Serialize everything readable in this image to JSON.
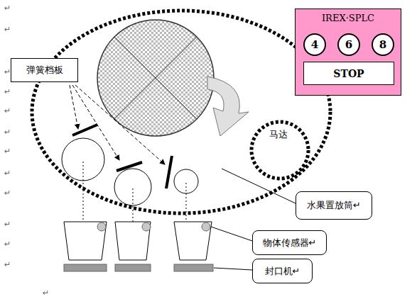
{
  "diagram": {
    "nodes": [
      {
        "text": [
          "IREX·SPLC"
        ]
      },
      {
        "text": [
          "4"
        ],
        "in": 0
      },
      {
        "text": [
          "6"
        ],
        "in": 0
      },
      {
        "text": [
          "8"
        ],
        "in": 0
      },
      {
        "text": [
          "STOP"
        ],
        "in": 0
      },
      {
        "text": [
          "弹簧档板"
        ]
      },
      {
        "text": [
          "马达"
        ]
      },
      {
        "text": [
          "水果置放筒↵"
        ]
      },
      {
        "text": [
          "物体传感器↵"
        ]
      },
      {
        "text": [
          "封口机↵"
        ]
      }
    ],
    "labels": [
      "↵",
      "↵",
      "↵",
      "↵",
      "↵",
      "↵",
      "↵",
      "↵",
      "↵",
      "↵",
      "↵",
      "↵",
      "↵"
    ]
  }
}
